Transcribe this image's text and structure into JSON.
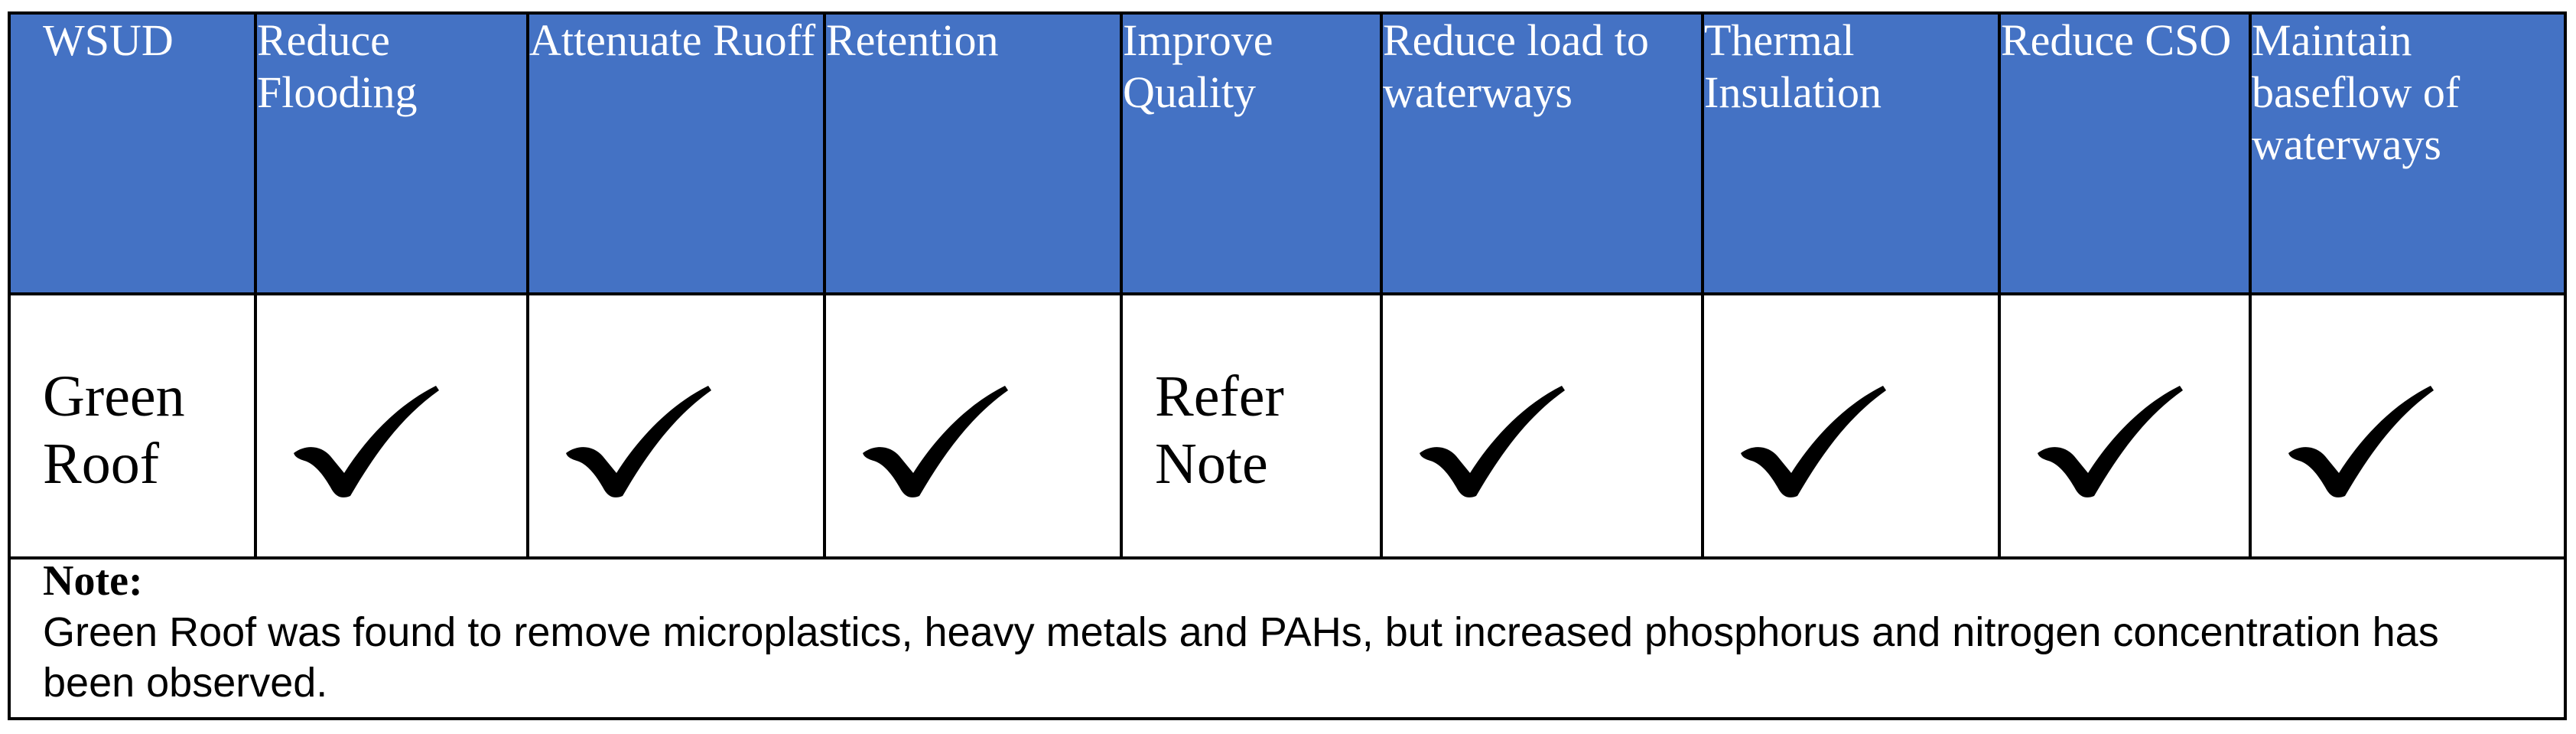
{
  "table": {
    "headers": [
      "WSUD",
      "Reduce Flooding",
      "Attenuate Ruoff",
      "Retention",
      "Improve Quality",
      "Reduce load to waterways",
      "Thermal Insulation",
      "Reduce CSO",
      "Maintain baseflow of waterways"
    ],
    "row": {
      "name": "Green Roof",
      "improve_quality": "Refer Note",
      "checkmark_icon": "checkmark-icon",
      "checked_columns": [
        "Reduce Flooding",
        "Attenuate Ruoff",
        "Retention",
        "Reduce load to waterways",
        "Thermal Insulation",
        "Reduce CSO",
        "Maintain baseflow of waterways"
      ]
    },
    "header_color": "#4472c4"
  },
  "note": {
    "title": "Note:",
    "text": "Green Roof was found to remove microplastics, heavy metals and PAHs, but increased phosphorus and nitrogen concentration has been observed."
  }
}
